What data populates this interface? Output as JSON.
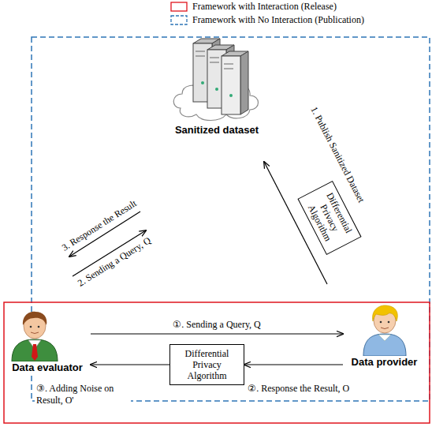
{
  "diagram": {
    "nodes": [
      {
        "text": [
          "Sanitized dataset"
        ]
      },
      {
        "text": [
          "Differential Privacy Algorithm"
        ]
      },
      {
        "text": [
          "Data evaluator"
        ]
      },
      {
        "text": [
          "Differential Privacy Algorithm"
        ]
      },
      {
        "text": [
          "Data provider"
        ]
      }
    ],
    "edges": [
      {
        "from": 4,
        "to": 0,
        "arrow": "to",
        "label": "1. Publish Sanitized Dataset"
      },
      {
        "from": 2,
        "to": 0,
        "arrow": "to",
        "label": "2. Sending a Query, Q"
      },
      {
        "from": 0,
        "to": 2,
        "arrow": "to",
        "label": "3. Response the Result"
      },
      {
        "from": 2,
        "to": 4,
        "arrow": "to",
        "label": "①. Sending a Query, Q"
      },
      {
        "from": 4,
        "to": 3,
        "arrow": "to",
        "label": "②. Response the Result, O"
      },
      {
        "from": 3,
        "to": 2,
        "arrow": "to",
        "label": "③. Adding Noise on Result, O'"
      }
    ],
    "legend": [
      {
        "text": "Framework with Interaction (Release)"
      },
      {
        "text": "Framework with No Interaction (Publication)"
      }
    ]
  }
}
